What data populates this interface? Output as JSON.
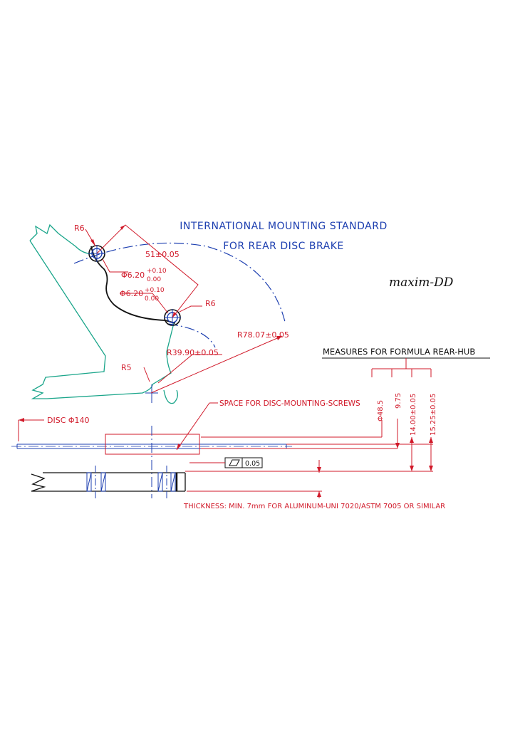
{
  "title": {
    "line1": "INTERNATIONAL MOUNTING STANDARD",
    "line2": "FOR REAR DISC BRAKE"
  },
  "signature": "maxim-DD",
  "dimensions": {
    "r6_top": "R6",
    "r6_mid": "R6",
    "r5": "R5",
    "pitch": "51±0.05",
    "hole1_dia": "Φ6.20",
    "hole1_tol_upper": "+0.10",
    "hole1_tol_lower": "0.00",
    "hole2_dia": "Φ6.20",
    "hole2_tol_upper": "+0.10",
    "hole2_tol_lower": "0.00",
    "r_outer": "R78.07±0.05",
    "r_inner": "R39.90±0.05"
  },
  "hub": {
    "heading": "MEASURES FOR FORMULA REAR-HUB",
    "dim_a": "Φ48.5",
    "dim_b": "9.75",
    "dim_c": "14.00±0.05",
    "dim_d": "15.25±0.05"
  },
  "section": {
    "disc_label": "DISC Φ140",
    "space_label": "SPACE FOR DISC-MOUNTING-SCREWS",
    "flatness_value": "0.05",
    "thickness_note": "THICKNESS: MIN. 7mm FOR ALUMINUM-UNI 7020/ASTM 7005 OR SIMILAR"
  },
  "colors": {
    "outline": "#1aa58a",
    "centerline": "#1d3fb0",
    "dimension": "#d11a2a",
    "contour": "#111111"
  }
}
